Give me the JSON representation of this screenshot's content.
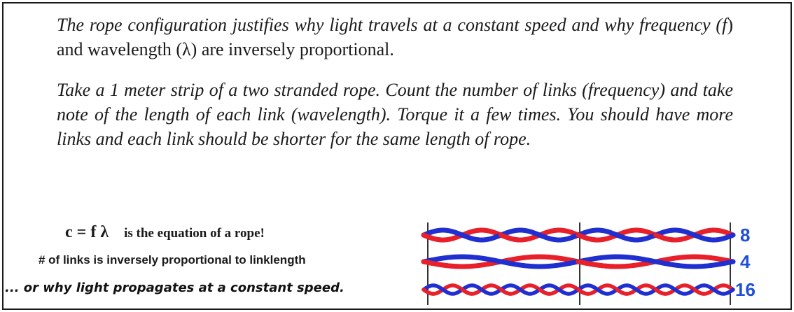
{
  "paragraph1": {
    "part1": "The rope configuration justifies why light travels at a constant speed and why frequency (",
    "f": "f",
    "part2": ") and wavelength (",
    "lambda": "λ",
    "part3": ") are inversely proportional."
  },
  "paragraph2": "Take a 1 meter strip of a two stranded rope. Count the number of links (frequency) and take note of the length of each link (wavelength). Torque it a few times. You should have more links and each link should be shorter for the same length of rope.",
  "equation": {
    "formula": "c = f λ",
    "description": "is the equation of a rope!"
  },
  "links_text": "# of links is inversely proportional to linklength",
  "why_text": "... or why light propagates at a constant speed.",
  "ropes": [
    {
      "label": "8",
      "links": 8
    },
    {
      "label": "4",
      "links": 4
    },
    {
      "label": "16",
      "links": 16
    }
  ],
  "colors": {
    "strand_red": "#e8202a",
    "strand_blue": "#1f2fd0",
    "label_blue": "#1f4fd8"
  }
}
